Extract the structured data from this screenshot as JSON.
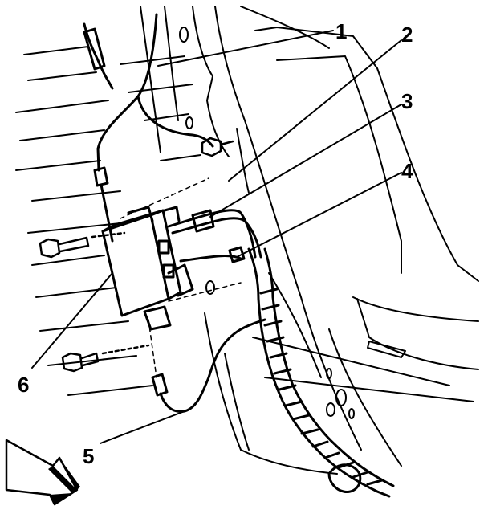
{
  "diagram": {
    "callouts": [
      "1",
      "2",
      "3",
      "4",
      "5",
      "6"
    ],
    "icons": {
      "view_arrow": "front-view-arrow-icon",
      "bolt": "bolt-icon",
      "nut": "nut-icon"
    },
    "colors": {
      "line": "#000000",
      "background": "#ffffff"
    }
  }
}
